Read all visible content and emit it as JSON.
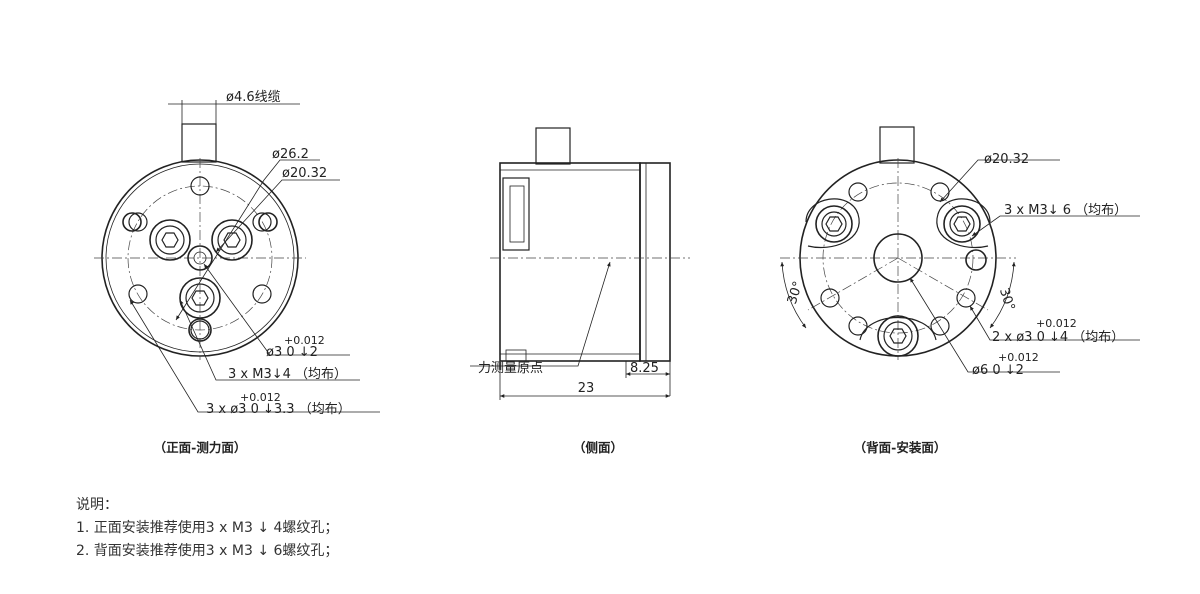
{
  "views": {
    "front": {
      "caption": "（正面-测力面）",
      "cable_label": "ø4.6线缆",
      "outer_dia_label": "ø26.2",
      "pcd_label": "ø20.32",
      "pin_upper": "+0.012",
      "pin_label": "ø3 0 ↓2",
      "thread_label": "3 x M3↓4 （均布）",
      "pin3_upper": "+0.012",
      "pin3_label": "3 x ø3 0 ↓3.3 （均布）"
    },
    "side": {
      "caption": "（侧面）",
      "origin_label": "力测量原点",
      "length_label": "23",
      "flange_label": "8.25"
    },
    "back": {
      "caption": "（背面-安装面）",
      "pcd_label": "ø20.32",
      "thread_label": "3 x M3↓ 6 （均布）",
      "angle_left": "30°",
      "angle_right": "30°",
      "pin_upper": "+0.012",
      "pin_label": "2 x ø3 0 ↓4 （均布）",
      "center_upper": "+0.012",
      "center_label": "ø6 0 ↓2"
    }
  },
  "notes": {
    "title": "说明：",
    "line1": "1. 正面安装推荐使用3 x M3 ↓ 4螺纹孔；",
    "line2": "2. 背面安装推荐使用3 x M3 ↓ 6螺纹孔；"
  }
}
